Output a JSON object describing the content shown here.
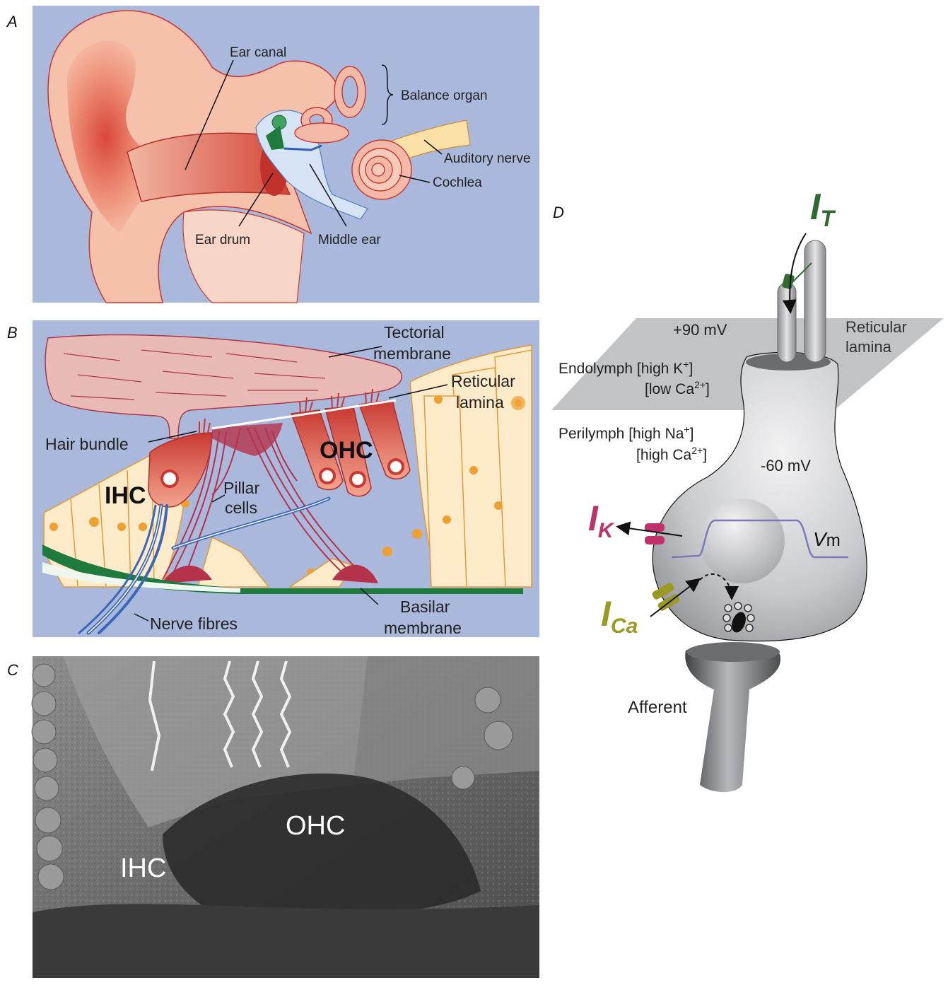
{
  "panels": {
    "a": {
      "letter": "A",
      "labels": {
        "ear_canal": "Ear canal",
        "balance_organ": "Balance organ",
        "auditory_nerve": "Auditory nerve",
        "cochlea": "Cochlea",
        "ear_drum": "Ear drum",
        "middle_ear": "Middle ear"
      }
    },
    "b": {
      "letter": "B",
      "labels": {
        "tectorial_1": "Tectorial",
        "tectorial_2": "membrane",
        "reticular_1": "Reticular",
        "reticular_2": "lamina",
        "hair_bundle": "Hair bundle",
        "ohc": "OHC",
        "ihc": "IHC",
        "pillar_1": "Pillar",
        "pillar_2": "cells",
        "nerve_fibres": "Nerve fibres",
        "basilar_1": "Basilar",
        "basilar_2": "membrane"
      }
    },
    "c": {
      "letter": "C",
      "labels": {
        "ohc": "OHC",
        "ihc": "IHC"
      }
    },
    "d": {
      "letter": "D",
      "labels": {
        "it_main": "I",
        "it_sub": "T",
        "plus90": "+90 mV",
        "reticular_1": "Reticular",
        "reticular_2": "lamina",
        "endolymph": "Endolymph [high K",
        "endolymph_sup": "+",
        "endolymph_close": "]",
        "low_ca": "[low Ca",
        "low_ca_sup": "2+",
        "low_ca_close": "]",
        "perilymph": "Perilymph [high Na",
        "perilymph_sup": "+",
        "perilymph_close": "]",
        "high_ca": "[high Ca",
        "high_ca_sup": "2+",
        "high_ca_close": "]",
        "minus60": "-60 mV",
        "ik_main": "I",
        "ik_sub": "K",
        "vm_main": "V",
        "vm_sub": "m",
        "ica_main": "I",
        "ica_sub": "Ca",
        "afferent": "Afferent"
      }
    }
  },
  "colors": {
    "panel_bg": "#a9b8db",
    "skin": "#f3b7a1",
    "skin_dark": "#d7433a",
    "cell_fill": "#fdebc9",
    "cell_stroke": "#e39a3c",
    "hair_cell": "#d8554a",
    "pillar": "#b4334b",
    "nerve": "#3a67b8",
    "basilar": "#1f7a3e",
    "cell_gray": "#c4c6c9",
    "plane_gray": "#b7b8ba",
    "it_green": "#2f6b2f",
    "ik_magenta": "#c0306a",
    "ica_olive": "#9a9a22",
    "vm_trace": "#7b79b8"
  }
}
